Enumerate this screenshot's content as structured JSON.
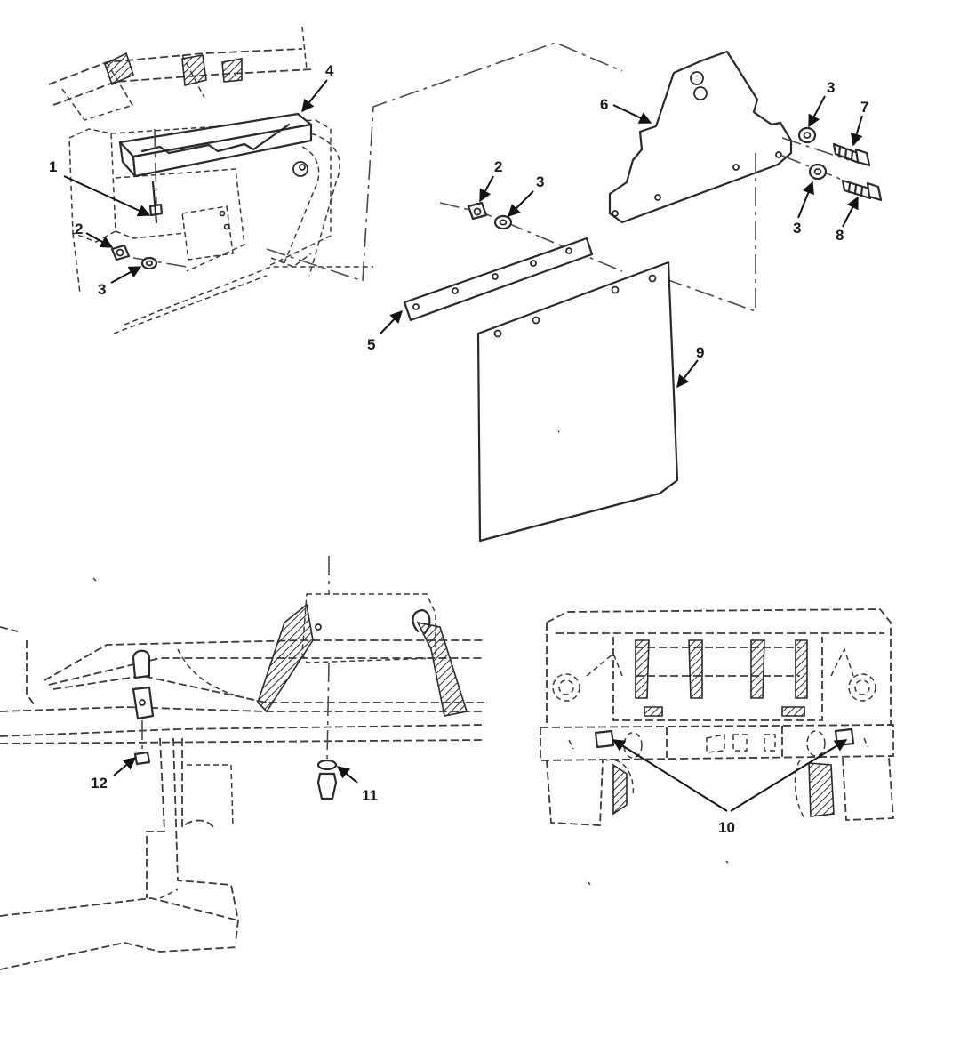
{
  "callouts": {
    "c1": "1",
    "c2a": "2",
    "c3a": "3",
    "c4": "4",
    "c2b": "2",
    "c3b": "3",
    "c5": "5",
    "c6": "6",
    "c3c": "3",
    "c7": "7",
    "c3d": "3",
    "c8": "8",
    "c9": "9",
    "c12": "12",
    "c11": "11",
    "c10": "10"
  }
}
